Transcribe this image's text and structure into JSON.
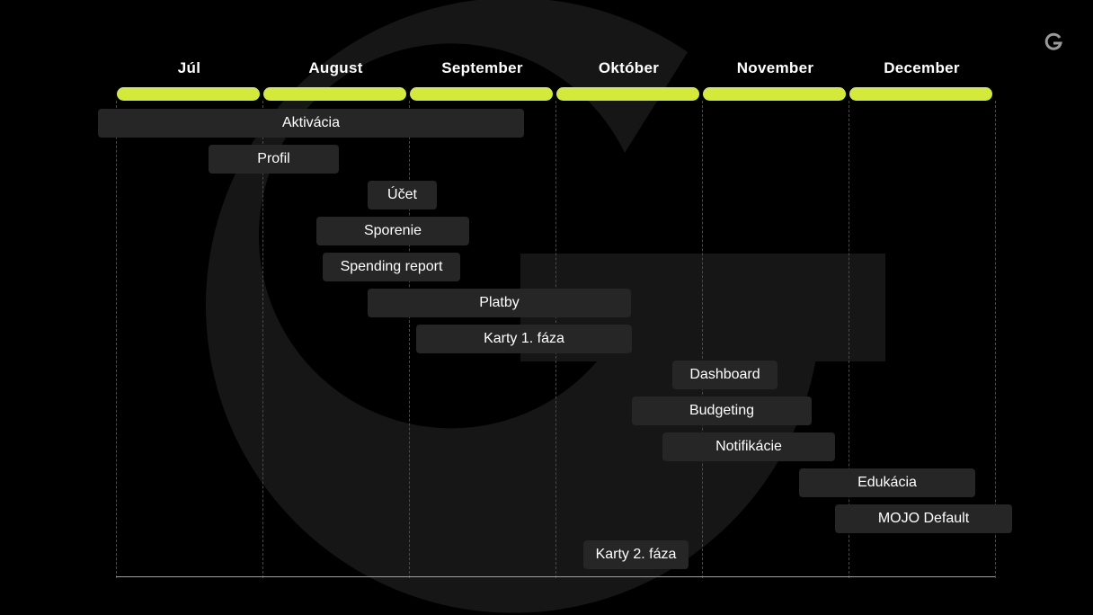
{
  "chart_data": {
    "type": "gantt",
    "months": [
      "Júl",
      "August",
      "September",
      "Október",
      "November",
      "December"
    ],
    "tasks": [
      {
        "name": "Aktivácia",
        "start": -0.12,
        "end": 2.79
      },
      {
        "name": "Profil",
        "start": 0.63,
        "end": 1.52
      },
      {
        "name": "Účet",
        "start": 1.72,
        "end": 2.19
      },
      {
        "name": "Sporenie",
        "start": 1.37,
        "end": 2.41
      },
      {
        "name": "Spending report",
        "start": 1.41,
        "end": 2.35
      },
      {
        "name": "Platby",
        "start": 1.72,
        "end": 3.52
      },
      {
        "name": "Karty 1. fáza",
        "start": 2.05,
        "end": 3.52
      },
      {
        "name": "Dashboard",
        "start": 3.8,
        "end": 4.52
      },
      {
        "name": "Budgeting",
        "start": 3.52,
        "end": 4.75
      },
      {
        "name": "Notifikácie",
        "start": 3.73,
        "end": 4.91
      },
      {
        "name": "Edukácia",
        "start": 4.66,
        "end": 5.86
      },
      {
        "name": "MOJO Default",
        "start": 4.91,
        "end": 6.12
      },
      {
        "name": "Karty 2. fáza",
        "start": 3.19,
        "end": 3.91
      }
    ]
  },
  "colors": {
    "background": "#000000",
    "month_bar": "#d4ea3a",
    "task_bar": "#262626",
    "text": "#ffffff",
    "logo_shape": "#161616"
  },
  "icons": {
    "corner": "brand-g-logo-icon",
    "background": "brand-g-watermark"
  }
}
